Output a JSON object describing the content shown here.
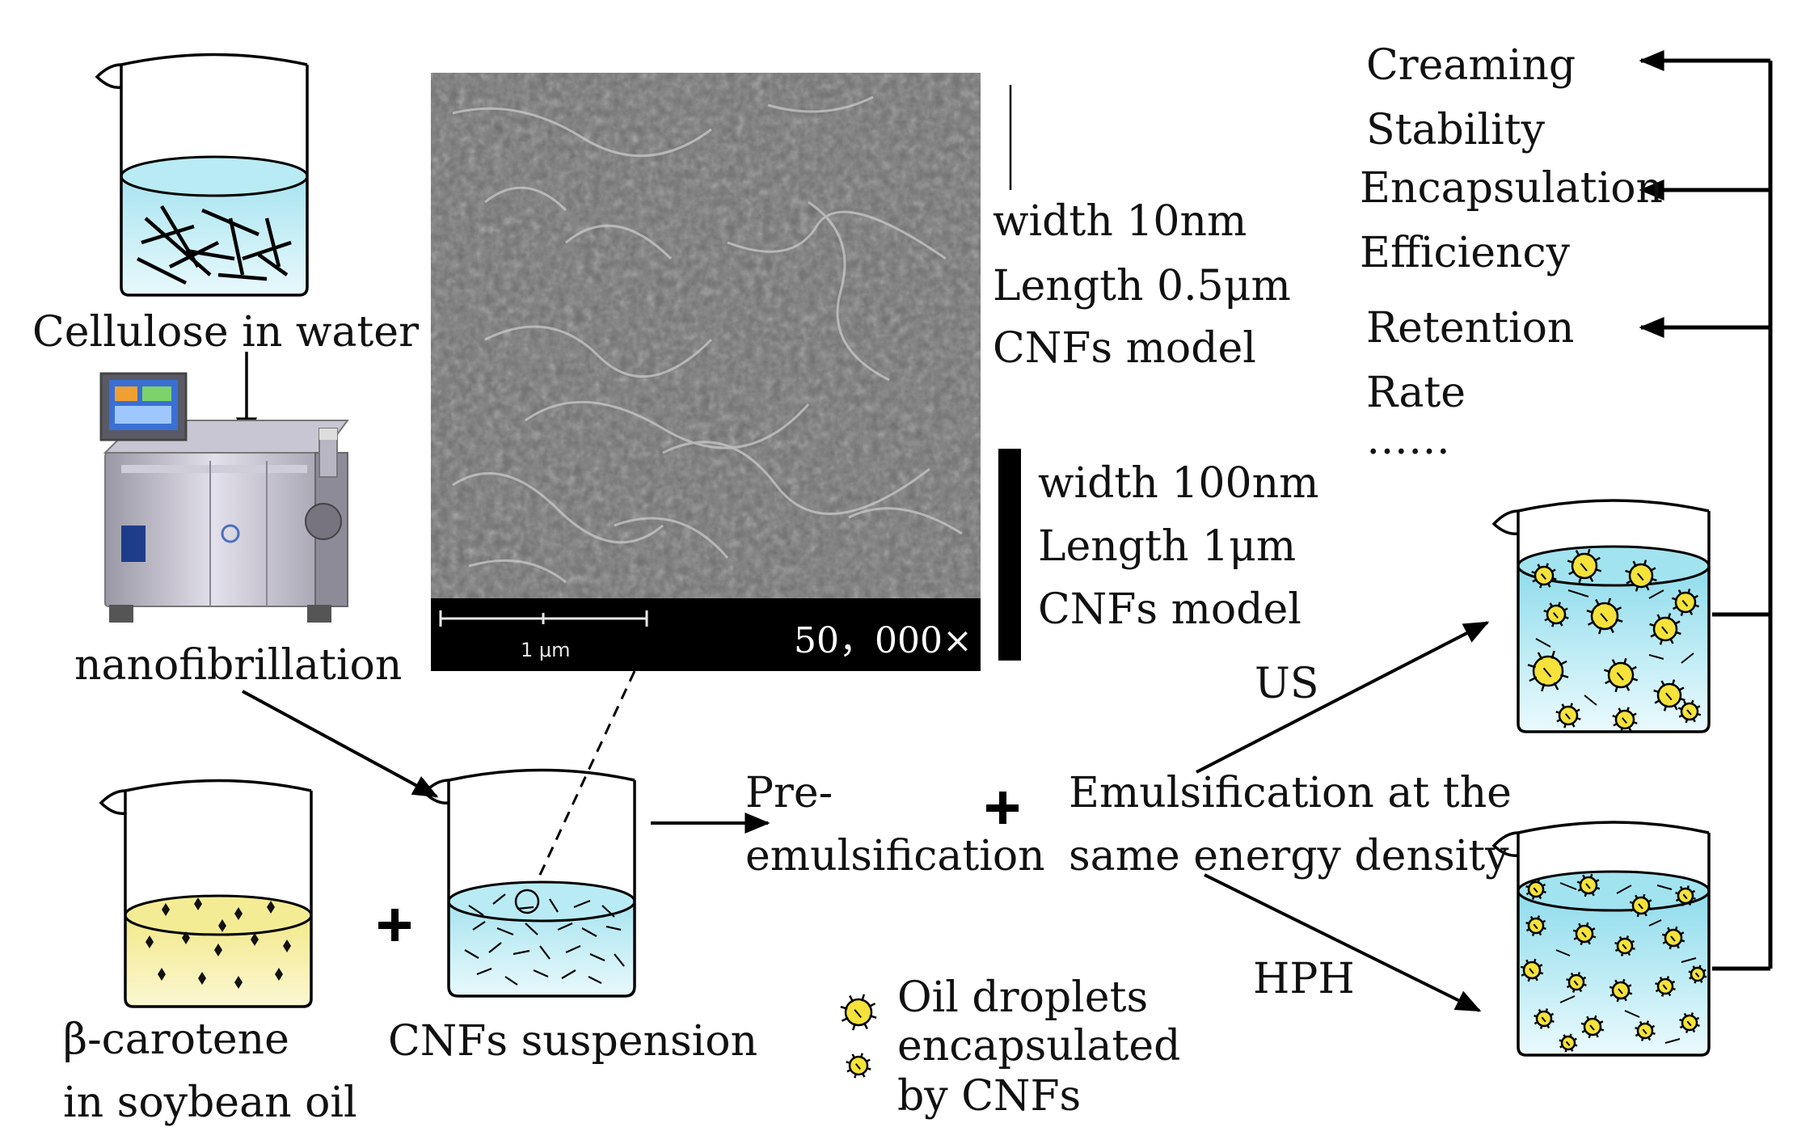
{
  "colors": {
    "water": "#c6eef6",
    "oil": "#f7f0a8",
    "emulsion": "#b8ecf5",
    "droplet_core": "#f5e23a",
    "line": "#000000",
    "sem_background": "#6f6f6f",
    "sem_info_bar": "#000000"
  },
  "labels": {
    "cellulose": "Cellulose in water",
    "nanofibrillation": "nanofibrillation",
    "beta_carotene_line1": "β-carotene",
    "beta_carotene_line2": "in soybean oil",
    "cnfs_suspension": "CNFs suspension",
    "pre_emulsification_line1": "Pre-",
    "pre_emulsification_line2": "emulsification",
    "emulsification_line1": "Emulsification at the",
    "emulsification_line2": "same energy density",
    "us": "US",
    "hph": "HPH",
    "legend_line1": "Oil droplets",
    "legend_line2": "encapsulated",
    "legend_line3": "by CNFs"
  },
  "sem": {
    "scale_label": "1 μm",
    "magnification": "50，000×"
  },
  "models": {
    "thin": {
      "width": "width 10nm",
      "length": "Length 0.5μm",
      "name": "CNFs model"
    },
    "thick": {
      "width": "width 100nm",
      "length": "Length 1μm",
      "name": "CNFs model"
    }
  },
  "results": {
    "creaming": "Creaming",
    "stability": "Stability",
    "encapsulation": "Encapsulation",
    "efficiency": "Efficiency",
    "retention": "Retention",
    "rate": "Rate",
    "ellipsis": "……"
  },
  "icons": {
    "plus": "plus-icon",
    "arrow": "arrow-icon",
    "beaker": "beaker-icon",
    "machine": "nanofibrillation-machine-icon",
    "droplet": "oil-droplet-icon"
  }
}
